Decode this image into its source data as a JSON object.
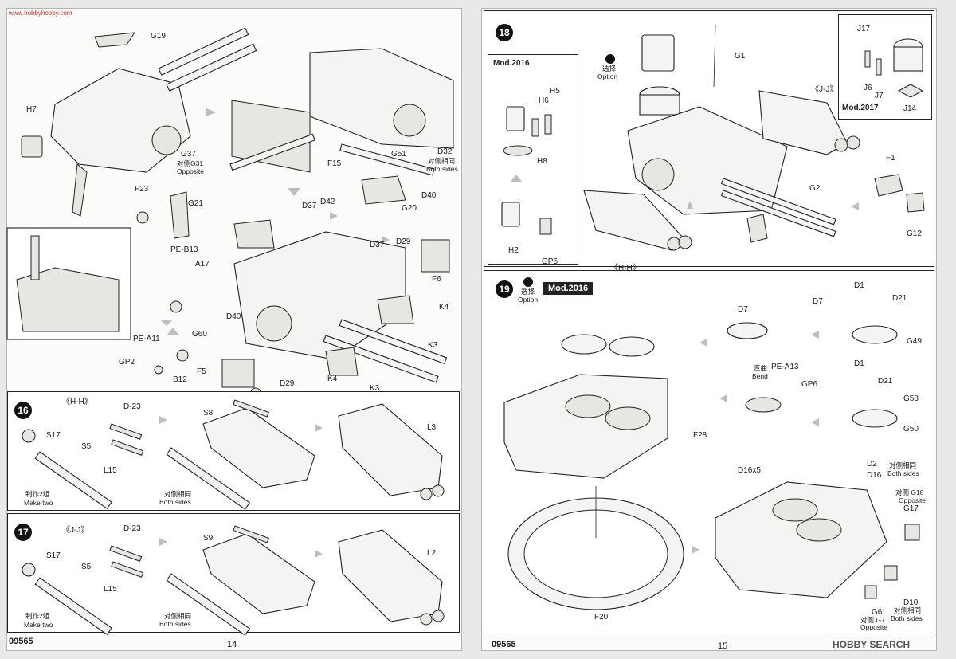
{
  "watermark_top": "www.hobbyhobby.com",
  "left_page": {
    "catalog_no": "09565",
    "page_number": "14",
    "top_section": {
      "labels": [
        "G19",
        "H7",
        "G37",
        "对侧G31",
        "Opposite",
        "F15",
        "G51",
        "D32",
        "对侧相同",
        "Both sides",
        "F23",
        "G21",
        "PE-B13",
        "A17",
        "D37",
        "D42",
        "G20",
        "D40",
        "D37",
        "D29",
        "F6",
        "PE-A11",
        "G60",
        "K4",
        "K3",
        "D40",
        "GP2",
        "B12",
        "F5",
        "D29",
        "K4",
        "K3"
      ]
    },
    "step16": {
      "number": "16",
      "sub_title": "《H-H》",
      "labels": [
        "D-23",
        "S8",
        "L3",
        "S17",
        "S5",
        "L15",
        "制作2组",
        "Make two",
        "对侧相同",
        "Both sides"
      ]
    },
    "step17": {
      "number": "17",
      "sub_title": "《J-J》",
      "labels": [
        "D-23",
        "S9",
        "L2",
        "S17",
        "S5",
        "L15",
        "制作2组",
        "Make two",
        "对侧相同",
        "Both sides"
      ]
    }
  },
  "right_page": {
    "catalog_no": "09565",
    "page_number": "15",
    "watermark": "HOBBY SEARCH",
    "step18": {
      "number": "18",
      "option_cn": "选择",
      "option_en": "Option",
      "inset_left_title": "Mod.2016",
      "inset_right_title": "Mod.2017",
      "labels": [
        "G1",
        "《J-J》",
        "H6",
        "H5",
        "H8",
        "H2",
        "GP5",
        "F1",
        "G2",
        "G12",
        "《H-H》",
        "J17",
        "J6",
        "J7",
        "J14"
      ]
    },
    "step19": {
      "number": "19",
      "option_cn": "选择",
      "option_en": "Option",
      "tag": "Mod.2016",
      "bend_cn": "弯曲",
      "bend_en": "Bend",
      "labels": [
        "D1",
        "D7",
        "D21",
        "D7",
        "G49",
        "PE-A13",
        "D1",
        "GP6",
        "D21",
        "G58",
        "G50",
        "F28",
        "D16x5",
        "D2",
        "D16",
        "对侧相同",
        "Both sides",
        "对侧 G18",
        "Opposite",
        "G17",
        "F20",
        "D10",
        "对侧相同",
        "Both sides",
        "G6",
        "对侧 G7",
        "Opposite"
      ]
    }
  },
  "colors": {
    "paper": "#fbfbfa",
    "ink": "#1a1a1a",
    "arrow": "#bdbdbd",
    "tag": "#222222"
  }
}
